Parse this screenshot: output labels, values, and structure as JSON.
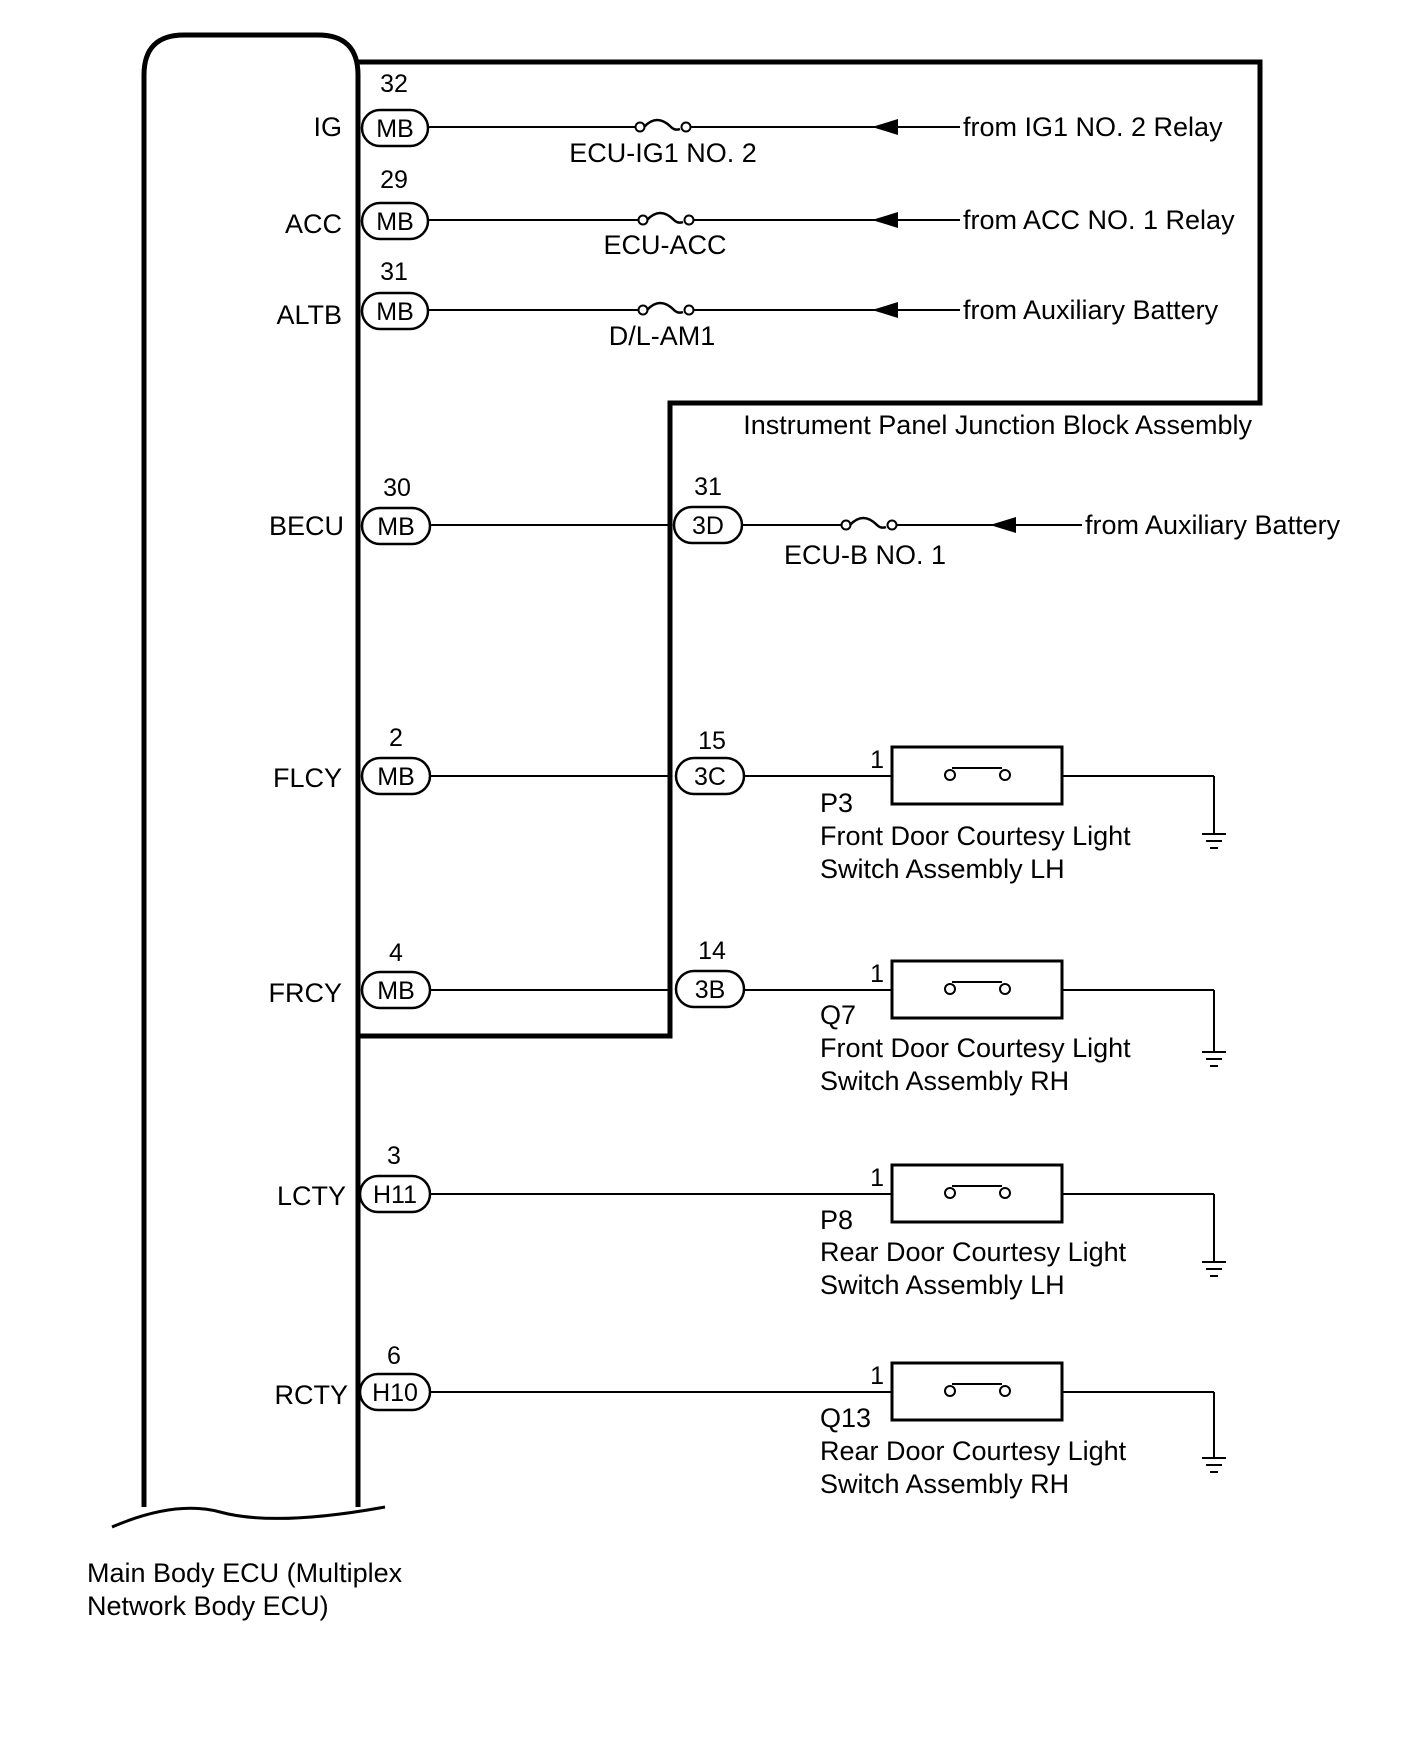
{
  "ecu": {
    "label_line1": "Main Body ECU (Multiplex",
    "label_line2": "Network Body ECU)"
  },
  "junction_block": {
    "label": "Instrument Panel Junction Block Assembly"
  },
  "power_rows": [
    {
      "signal": "IG",
      "pin": "32",
      "connector": "MB",
      "fuse": "ECU-IG1 NO. 2",
      "source": "from IG1 NO. 2 Relay"
    },
    {
      "signal": "ACC",
      "pin": "29",
      "connector": "MB",
      "fuse": "ECU-ACC",
      "source": "from ACC NO. 1 Relay"
    },
    {
      "signal": "ALTB",
      "pin": "31",
      "connector": "MB",
      "fuse": "D/L-AM1",
      "source": "from Auxiliary Battery"
    }
  ],
  "becu_row": {
    "signal": "BECU",
    "pin": "30",
    "connector": "MB",
    "jb_pin": "31",
    "jb_connector": "3D",
    "fuse": "ECU-B NO. 1",
    "source": "from Auxiliary Battery"
  },
  "switch_rows": [
    {
      "signal": "FLCY",
      "pin": "2",
      "connector": "MB",
      "jb_pin": "15",
      "jb_connector": "3C",
      "switch_pin": "1",
      "switch_code": "P3",
      "switch_line1": "Front Door Courtesy Light",
      "switch_line2": "Switch Assembly LH"
    },
    {
      "signal": "FRCY",
      "pin": "4",
      "connector": "MB",
      "jb_pin": "14",
      "jb_connector": "3B",
      "switch_pin": "1",
      "switch_code": "Q7",
      "switch_line1": "Front Door Courtesy Light",
      "switch_line2": "Switch Assembly RH"
    },
    {
      "signal": "LCTY",
      "pin": "3",
      "connector": "H11",
      "jb_pin": "",
      "jb_connector": "",
      "switch_pin": "1",
      "switch_code": "P8",
      "switch_line1": "Rear Door Courtesy Light",
      "switch_line2": "Switch Assembly LH"
    },
    {
      "signal": "RCTY",
      "pin": "6",
      "connector": "H10",
      "jb_pin": "",
      "jb_connector": "",
      "switch_pin": "1",
      "switch_code": "Q13",
      "switch_line1": "Rear Door Courtesy Light",
      "switch_line2": "Switch Assembly RH"
    }
  ]
}
